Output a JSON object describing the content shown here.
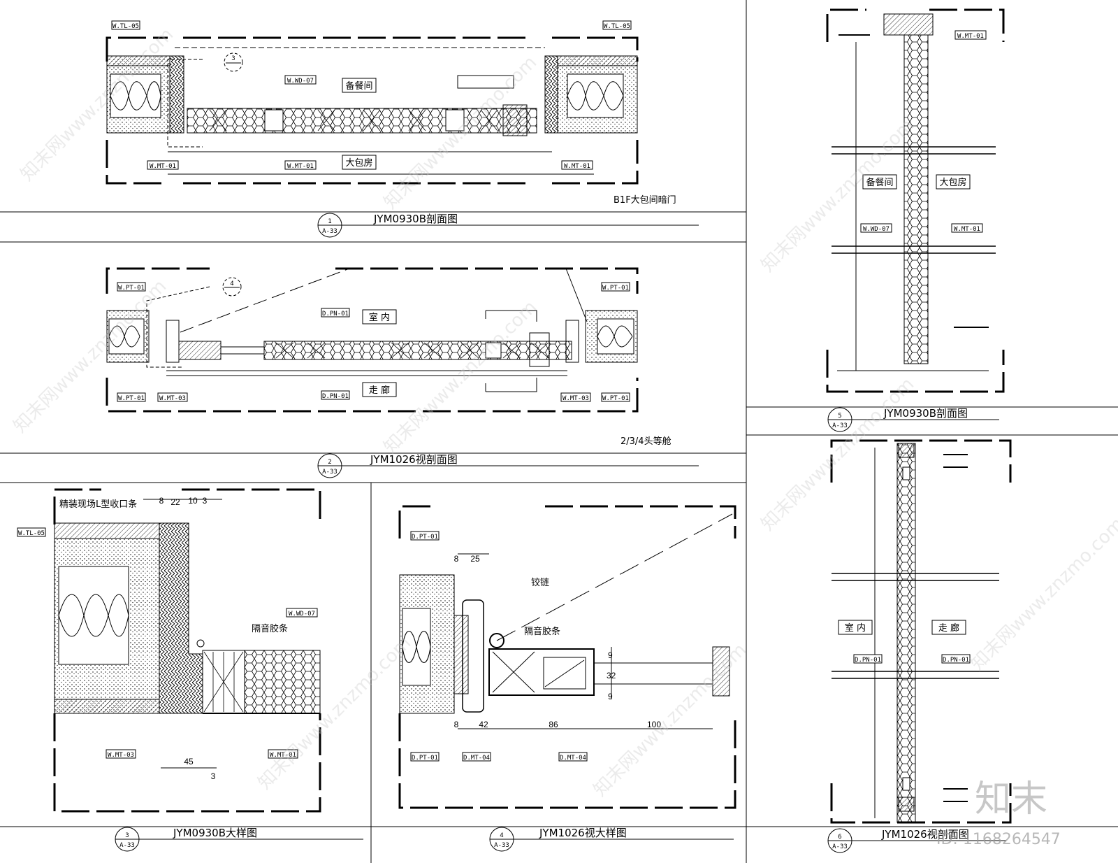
{
  "rooms": {
    "p1_top": "备餐间",
    "p1_bottom": "大包房",
    "p2_top": "室 内",
    "p2_bottom": "走 廊",
    "p5_left": "备餐间",
    "p5_right": "大包房",
    "p6_left": "室 内",
    "p6_right": "走 廊"
  },
  "notes": {
    "p1_note": "B1F大包间暗门",
    "p2_note": "2/3/4头等舱",
    "p3_strip": "精装现场L型收口条",
    "p3_seal": "隔音胶条",
    "p4_hinge": "铰链",
    "p4_seal": "隔音胶条"
  },
  "titles": {
    "t1": "JYM0930B剖面图",
    "t2": "JYM1026视剖面图",
    "t3": "JYM0930B大样图",
    "t4": "JYM1026视大样图",
    "t5": "JYM0930B剖面图",
    "t6": "JYM1026视剖面图"
  },
  "bubbles": {
    "n1": "1",
    "n2": "2",
    "n3": "3",
    "n4": "4",
    "n5": "5",
    "n6": "6",
    "sheet": "A-33",
    "callout3": "3",
    "callout4": "4"
  },
  "tags": {
    "tl05": "W.TL-05",
    "wd07": "W.WD-07",
    "mt01": "W.MT-01",
    "mt03": "W.MT-03",
    "pt01": "W.PT-01",
    "pn01": "D.PN-01",
    "dpt01": "D.PT-01",
    "dmt04": "D.MT-04"
  },
  "dims": {
    "p3_8": "8",
    "p3_22": "22",
    "p3_10": "10",
    "p3_3a": "3",
    "p3_45": "45",
    "p3_3b": "3",
    "p4_8a": "8",
    "p4_25": "25",
    "p4_9a": "9",
    "p4_32": "32",
    "p4_9b": "9",
    "p4_8b": "8",
    "p4_42": "42",
    "p4_86": "86",
    "p4_100": "100"
  },
  "watermark": {
    "brand": "知末",
    "id": "ID: 1168264547",
    "repeat": "知末网www.znzmo.com"
  }
}
